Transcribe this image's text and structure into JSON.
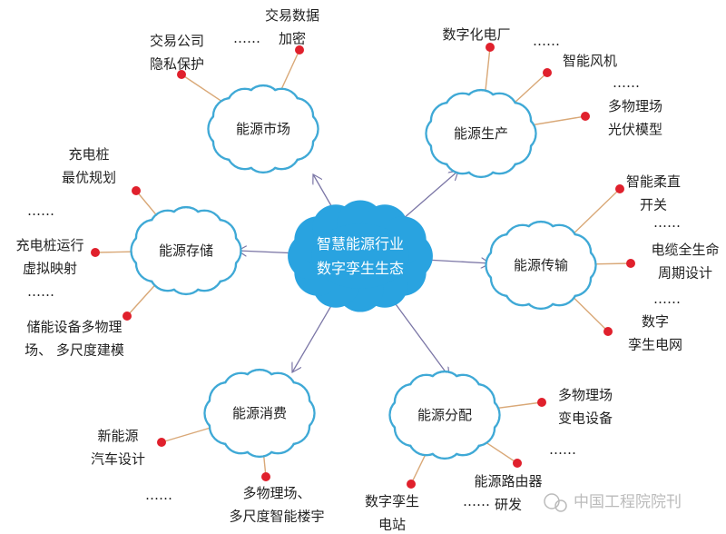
{
  "center": {
    "lines": [
      "智慧能源行业",
      "数字孪生生态"
    ]
  },
  "colors": {
    "center_fill": "#29a3e0",
    "cloud_stroke": "#3fa9d6",
    "arrow": "#7b76a6",
    "leaf_line": "#d9a877",
    "dot": "#e0202c"
  },
  "ellipsis": "……",
  "branches": [
    {
      "label": "能源市场",
      "leaves": [
        [
          "交易公司",
          "隐私保护"
        ],
        [
          "交易数据",
          "加密"
        ]
      ]
    },
    {
      "label": "能源生产",
      "leaves": [
        [
          "数字化电厂"
        ],
        [
          "智能风机"
        ],
        [
          "多物理场",
          "光伏模型"
        ]
      ]
    },
    {
      "label": "能源存储",
      "leaves": [
        [
          "充电桩",
          "最优规划"
        ],
        [
          "充电桩运行",
          "虚拟映射"
        ],
        [
          "储能设备多物理",
          "场、 多尺度建模"
        ]
      ]
    },
    {
      "label": "能源传输",
      "leaves": [
        [
          "智能柔直",
          "开关"
        ],
        [
          "电缆全生命",
          "周期设计"
        ],
        [
          "数字",
          "孪生电网"
        ]
      ]
    },
    {
      "label": "能源消费",
      "leaves": [
        [
          "新能源",
          "汽车设计"
        ],
        [
          "多物理场、",
          "多尺度智能楼宇"
        ]
      ]
    },
    {
      "label": "能源分配",
      "leaves": [
        [
          "多物理场",
          "变电设备"
        ],
        [
          "能源路由器",
          "研发"
        ],
        [
          "数字孪生",
          "电站"
        ]
      ]
    }
  ],
  "watermark": "中国工程院院刊"
}
